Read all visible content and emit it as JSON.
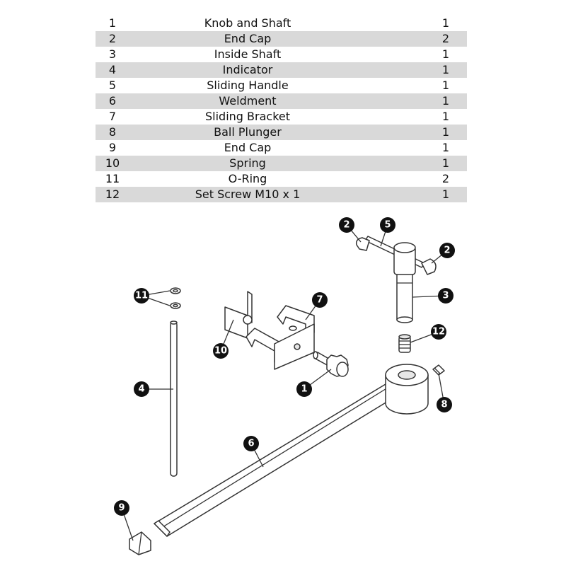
{
  "parts_table": {
    "rows": [
      {
        "no": "1",
        "description": "Knob and Shaft",
        "qty": "1"
      },
      {
        "no": "2",
        "description": "End Cap",
        "qty": "2"
      },
      {
        "no": "3",
        "description": "Inside Shaft",
        "qty": "1"
      },
      {
        "no": "4",
        "description": "Indicator",
        "qty": "1"
      },
      {
        "no": "5",
        "description": "Sliding Handle",
        "qty": "1"
      },
      {
        "no": "6",
        "description": "Weldment",
        "qty": "1"
      },
      {
        "no": "7",
        "description": "Sliding Bracket",
        "qty": "1"
      },
      {
        "no": "8",
        "description": "Ball Plunger",
        "qty": "1"
      },
      {
        "no": "9",
        "description": "End Cap",
        "qty": "1"
      },
      {
        "no": "10",
        "description": "Spring",
        "qty": "1"
      },
      {
        "no": "11",
        "description": "O-Ring",
        "qty": "2"
      },
      {
        "no": "12",
        "description": "Set Screw M10 x 1",
        "qty": "1"
      }
    ]
  },
  "callouts": {
    "c1": "1",
    "c2a": "2",
    "c2b": "2",
    "c3": "3",
    "c4": "4",
    "c5": "5",
    "c6": "6",
    "c7": "7",
    "c8": "8",
    "c9": "9",
    "c10": "10",
    "c11": "11",
    "c12": "12"
  }
}
